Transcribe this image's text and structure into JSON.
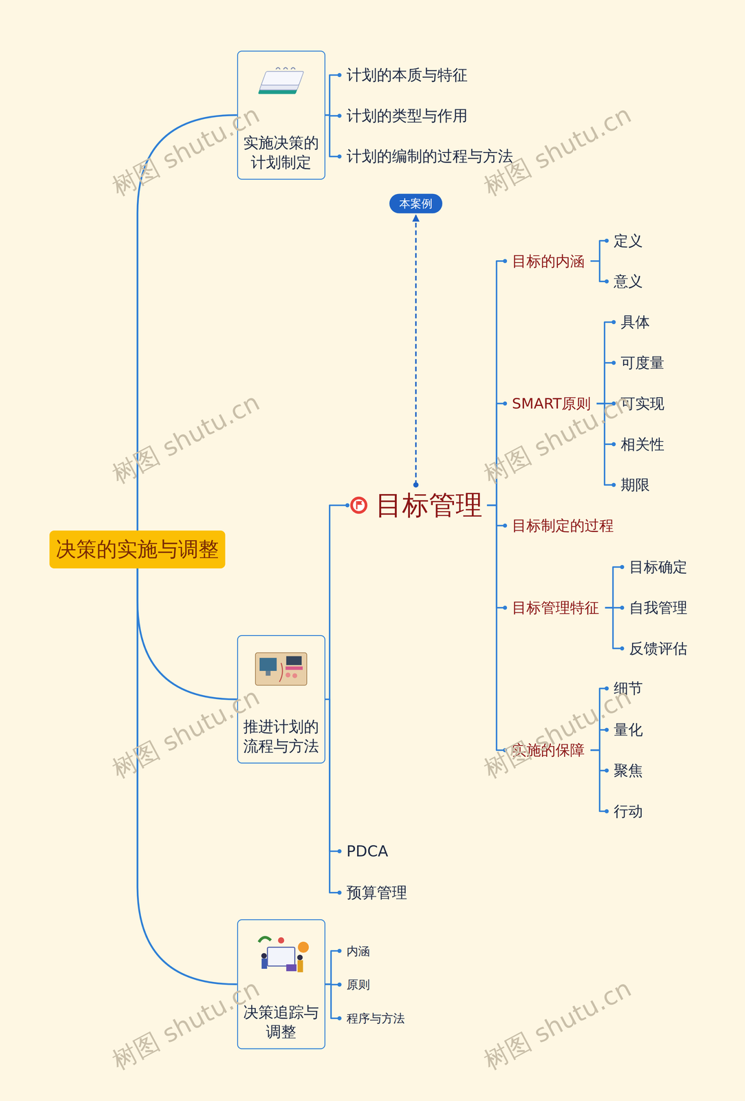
{
  "diagram": {
    "nodes": [
      {
        "text": [
          "决策的实施与调整"
        ]
      },
      {
        "text": [
          "实施决策的计划制定"
        ]
      },
      {
        "text": [
          "计划的本质与特征"
        ]
      },
      {
        "text": [
          "计划的类型与作用"
        ]
      },
      {
        "text": [
          "计划的编制的过程与方法"
        ]
      },
      {
        "text": [
          "推进计划的流程与方法"
        ]
      },
      {
        "text": [
          "目标管理"
        ]
      },
      {
        "text": [
          "本案例"
        ]
      },
      {
        "text": [
          "目标的内涵"
        ]
      },
      {
        "text": [
          "定义"
        ]
      },
      {
        "text": [
          "意义"
        ]
      },
      {
        "text": [
          "SMART原则"
        ]
      },
      {
        "text": [
          "具体"
        ]
      },
      {
        "text": [
          "可度量"
        ]
      },
      {
        "text": [
          "可实现"
        ]
      },
      {
        "text": [
          "相关性"
        ]
      },
      {
        "text": [
          "期限"
        ]
      },
      {
        "text": [
          "目标制定的过程"
        ]
      },
      {
        "text": [
          "目标管理特征"
        ]
      },
      {
        "text": [
          "目标确定"
        ]
      },
      {
        "text": [
          "自我管理"
        ]
      },
      {
        "text": [
          "反馈评估"
        ]
      },
      {
        "text": [
          "实施的保障"
        ]
      },
      {
        "text": [
          "细节"
        ]
      },
      {
        "text": [
          "量化"
        ]
      },
      {
        "text": [
          "聚焦"
        ]
      },
      {
        "text": [
          "行动"
        ]
      },
      {
        "text": [
          "PDCA"
        ]
      },
      {
        "text": [
          "预算管理"
        ]
      },
      {
        "text": [
          "决策追踪与调整"
        ]
      },
      {
        "text": [
          "内涵"
        ]
      },
      {
        "text": [
          "原则"
        ]
      },
      {
        "text": [
          "程序与方法"
        ]
      }
    ],
    "edges": [
      {
        "from": 0,
        "to": 1,
        "arrow": "none"
      },
      {
        "from": 0,
        "to": 5,
        "arrow": "none"
      },
      {
        "from": 0,
        "to": 29,
        "arrow": "none"
      },
      {
        "from": 1,
        "to": 2,
        "arrow": "none"
      },
      {
        "from": 1,
        "to": 3,
        "arrow": "none"
      },
      {
        "from": 1,
        "to": 4,
        "arrow": "none"
      },
      {
        "from": 5,
        "to": 6,
        "arrow": "none"
      },
      {
        "from": 5,
        "to": 27,
        "arrow": "none"
      },
      {
        "from": 5,
        "to": 28,
        "arrow": "none"
      },
      {
        "from": 6,
        "to": 7,
        "arrow": "to"
      },
      {
        "from": 6,
        "to": 8,
        "arrow": "none"
      },
      {
        "from": 6,
        "to": 11,
        "arrow": "none"
      },
      {
        "from": 6,
        "to": 17,
        "arrow": "none"
      },
      {
        "from": 6,
        "to": 18,
        "arrow": "none"
      },
      {
        "from": 6,
        "to": 22,
        "arrow": "none"
      },
      {
        "from": 8,
        "to": 9,
        "arrow": "none"
      },
      {
        "from": 8,
        "to": 10,
        "arrow": "none"
      },
      {
        "from": 11,
        "to": 12,
        "arrow": "none"
      },
      {
        "from": 11,
        "to": 13,
        "arrow": "none"
      },
      {
        "from": 11,
        "to": 14,
        "arrow": "none"
      },
      {
        "from": 11,
        "to": 15,
        "arrow": "none"
      },
      {
        "from": 11,
        "to": 16,
        "arrow": "none"
      },
      {
        "from": 18,
        "to": 19,
        "arrow": "none"
      },
      {
        "from": 18,
        "to": 20,
        "arrow": "none"
      },
      {
        "from": 18,
        "to": 21,
        "arrow": "none"
      },
      {
        "from": 22,
        "to": 23,
        "arrow": "none"
      },
      {
        "from": 22,
        "to": 24,
        "arrow": "none"
      },
      {
        "from": 22,
        "to": 25,
        "arrow": "none"
      },
      {
        "from": 22,
        "to": 26,
        "arrow": "none"
      },
      {
        "from": 29,
        "to": 30,
        "arrow": "none"
      },
      {
        "from": 29,
        "to": 31,
        "arrow": "none"
      },
      {
        "from": 29,
        "to": 32,
        "arrow": "none"
      }
    ],
    "labels": [
      "树图 shutu.cn",
      "树图 shutu.cn",
      "树图 shutu.cn",
      "树图 shutu.cn",
      "树图 shutu.cn",
      "树图 shutu.cn",
      "树图 shutu.cn",
      "树图 shutu.cn"
    ]
  }
}
